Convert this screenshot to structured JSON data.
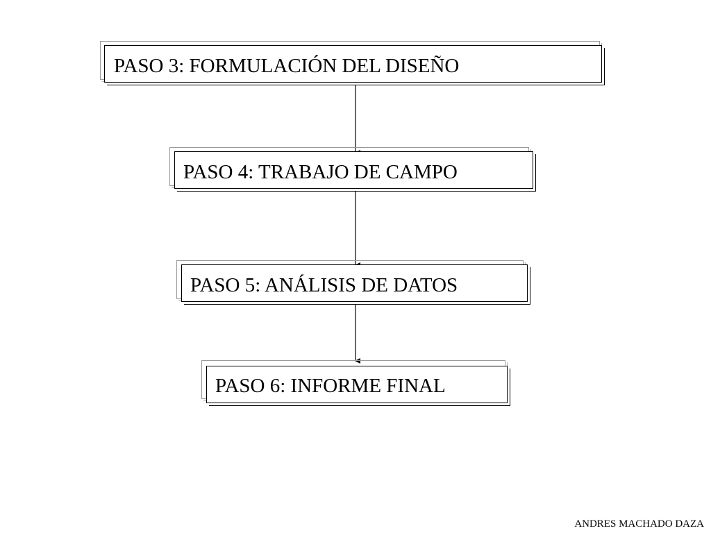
{
  "diagram": {
    "steps": [
      {
        "id": "paso3",
        "label": "PASO 3: FORMULACIÓN DEL DISEÑO"
      },
      {
        "id": "paso4",
        "label": "PASO 4: TRABAJO DE CAMPO"
      },
      {
        "id": "paso5",
        "label": "PASO 5: ANÁLISIS DE DATOS"
      },
      {
        "id": "paso6",
        "label": "PASO 6: INFORME FINAL"
      }
    ],
    "edges": [
      {
        "from": "paso3",
        "to": "paso4"
      },
      {
        "from": "paso4",
        "to": "paso5"
      },
      {
        "from": "paso5",
        "to": "paso6"
      }
    ]
  },
  "footer": {
    "author": "ANDRES MACHADO DAZA"
  },
  "colors": {
    "line": "#000000",
    "frame_back": "#9a9a9a",
    "background": "#ffffff"
  }
}
